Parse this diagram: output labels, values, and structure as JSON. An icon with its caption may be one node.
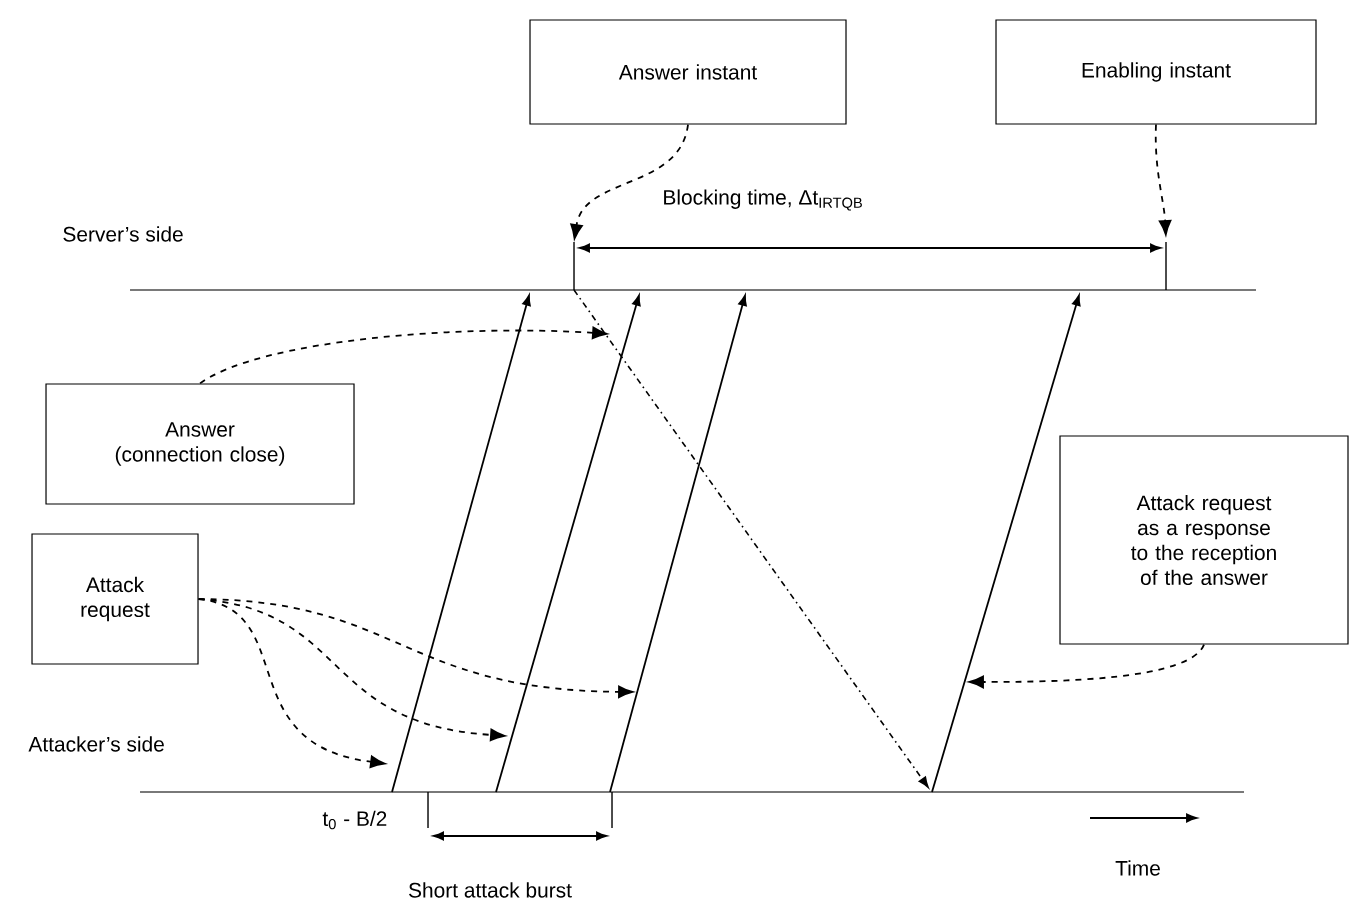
{
  "diagram": {
    "nodes": [
      {
        "text": [
          "Answer instant"
        ]
      },
      {
        "text": [
          "Enabling instant"
        ]
      },
      {
        "text": [
          "Answer (connection close)"
        ]
      },
      {
        "text": [
          "Attack request"
        ]
      },
      {
        "text": [
          "Attack request as a response to the reception of the answer"
        ]
      }
    ],
    "edges": [
      {
        "from": 0,
        "to": null,
        "arrow": "to",
        "style": "dashed"
      },
      {
        "from": 1,
        "to": null,
        "arrow": "to",
        "style": "dashed"
      },
      {
        "from": 2,
        "to": null,
        "arrow": "to",
        "style": "dashed"
      },
      {
        "from": 3,
        "to": null,
        "arrow": "to",
        "style": "dashed"
      },
      {
        "from": 3,
        "to": null,
        "arrow": "to",
        "style": "dashed"
      },
      {
        "from": 3,
        "to": null,
        "arrow": "to",
        "style": "dashed"
      },
      {
        "from": 4,
        "to": null,
        "arrow": "to",
        "style": "dashed"
      }
    ],
    "labels": [
      "Server’s side",
      "Blocking time, Δt$_{IRTQB}$",
      "Attacker’s side",
      "t$_{0}$ - B/2",
      "Short attack burst",
      "Time"
    ]
  }
}
